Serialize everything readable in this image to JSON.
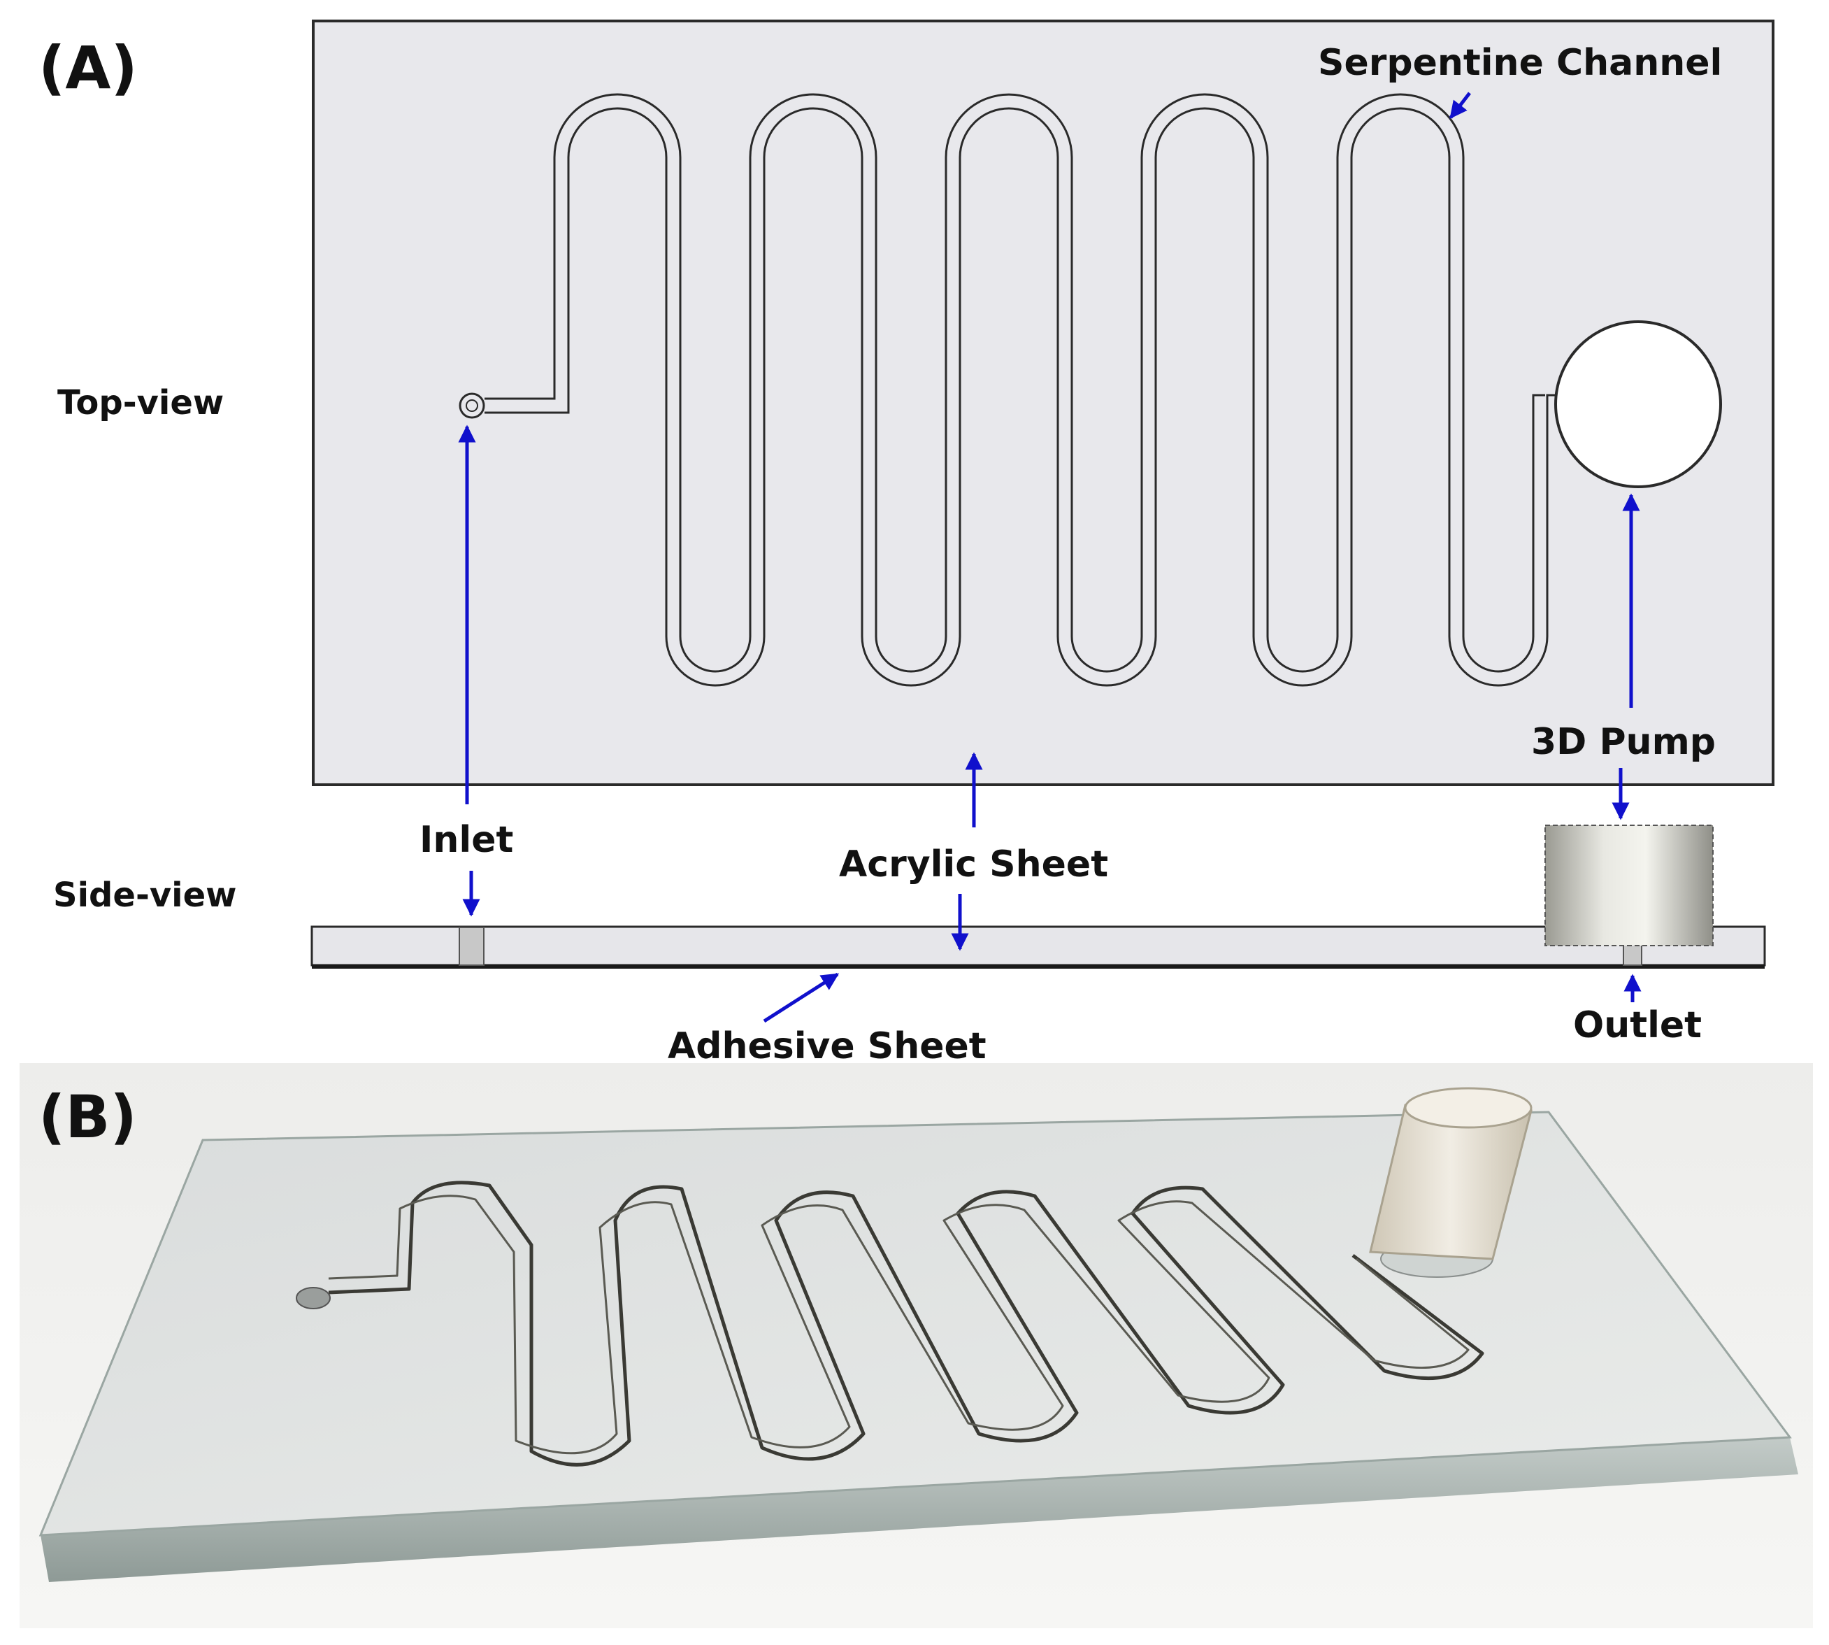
{
  "figure": {
    "panel_a_label": "(A)",
    "panel_b_label": "(B)",
    "top_view_label": "Top-view",
    "side_view_label": "Side-view",
    "callouts": {
      "serpentine_channel": "Serpentine Channel",
      "three_d_pump": "3D Pump",
      "inlet": "Inlet",
      "acrylic_sheet": "Acrylic Sheet",
      "adhesive_sheet": "Adhesive Sheet",
      "outlet": "Outlet"
    },
    "colors": {
      "arrow": "#1010cc",
      "sheet_fill": "#e8e8ec",
      "outline": "#2a2a2a",
      "pump_fill": "#ffffff"
    }
  }
}
